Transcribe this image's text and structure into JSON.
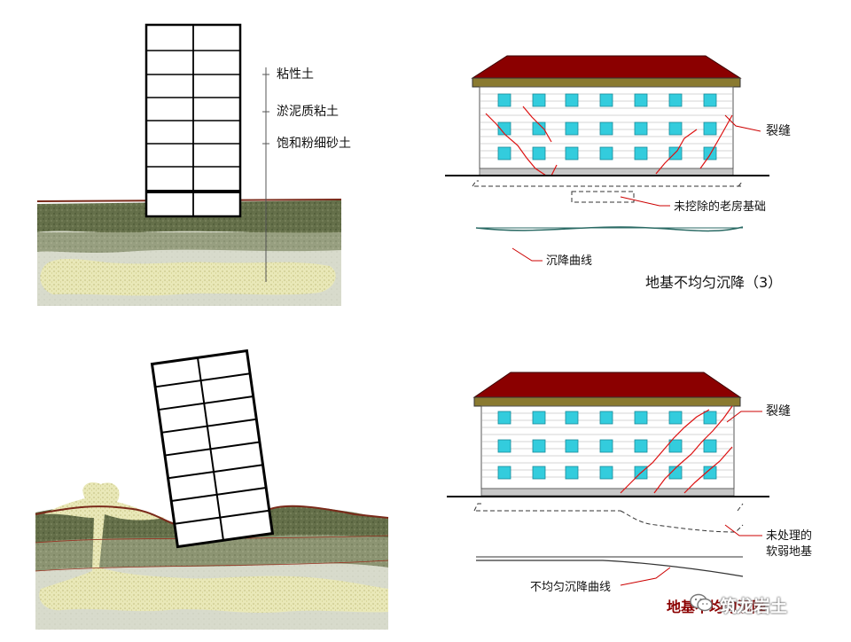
{
  "panel_top_left": {
    "soil_labels": [
      "粘性土",
      "淤泥质粘土",
      "饱和粉细砂土"
    ]
  },
  "panel_top_right": {
    "crack_label": "裂缝",
    "foundation_label": "未挖除的老房基础",
    "curve_label": "沉降曲线",
    "caption": "地基不均匀沉降（3）"
  },
  "panel_bottom_right": {
    "crack_label": "裂缝",
    "weak_ground_label_line1": "未处理的",
    "weak_ground_label_line2": "软弱地基",
    "curve_label": "不均匀沉降曲线",
    "caption": "地基不均匀沉降"
  },
  "watermark": {
    "text": "筑龙岩土",
    "icon": "wechat-icon"
  },
  "colors": {
    "roof": "#8b0000",
    "window": "#33ccdd",
    "annotation_red": "#cc0000",
    "building_wall": "#ffffff",
    "soil_dark": "#5f6b3e",
    "soil_mid": "#8f9670",
    "soil_light": "#d9dccd",
    "sand": "#e4e2a8",
    "curve_teal": "#2a6a64"
  }
}
